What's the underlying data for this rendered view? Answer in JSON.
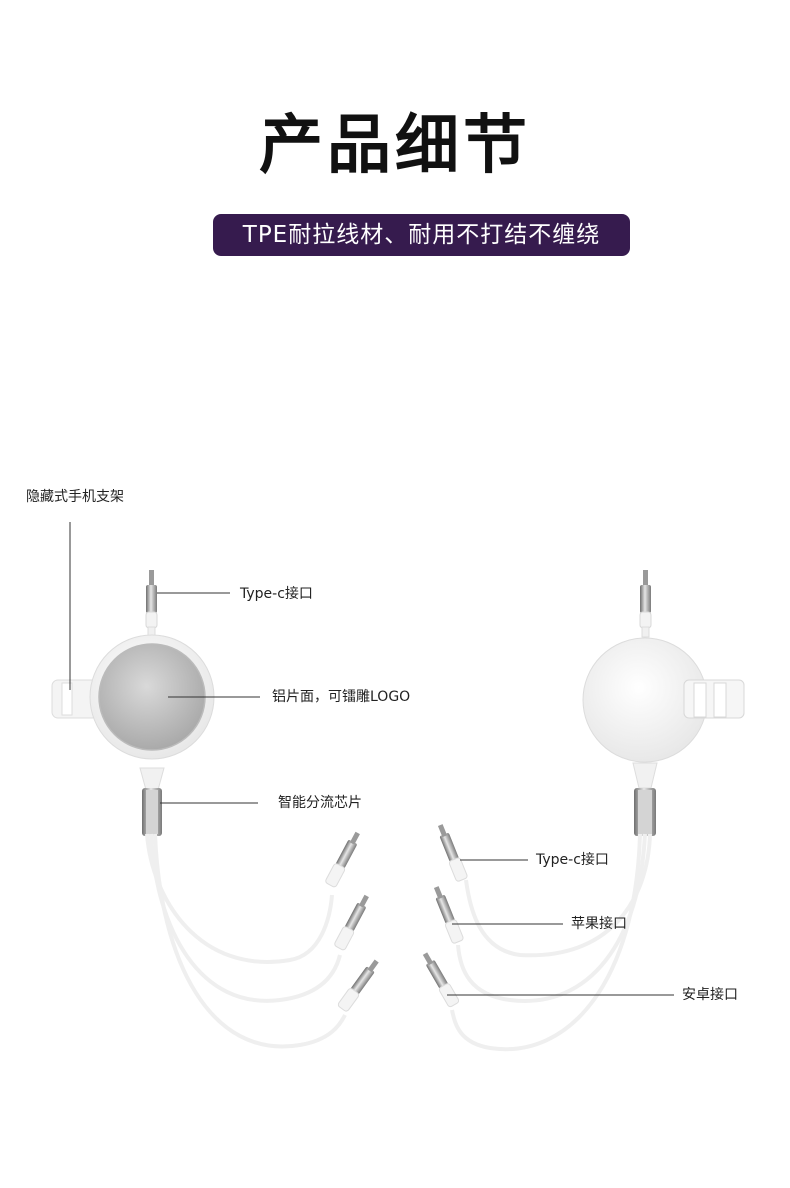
{
  "title": "产品细节",
  "subtitle": "TPE耐拉线材、耐用不打结不缠绕",
  "left_product": {
    "labels": {
      "stand": "隐藏式手机支架",
      "typec_top": "Type-c接口",
      "aluminum": "铝片面，可镭雕LOGO",
      "chip": "智能分流芯片"
    }
  },
  "right_product": {
    "labels": {
      "typec": "Type-c接口",
      "apple": "苹果接口",
      "android": "安卓接口"
    }
  },
  "colors": {
    "pill_bg": "#361b4e",
    "cable": "#f2f2f2",
    "metal": "#a9a9a9"
  }
}
